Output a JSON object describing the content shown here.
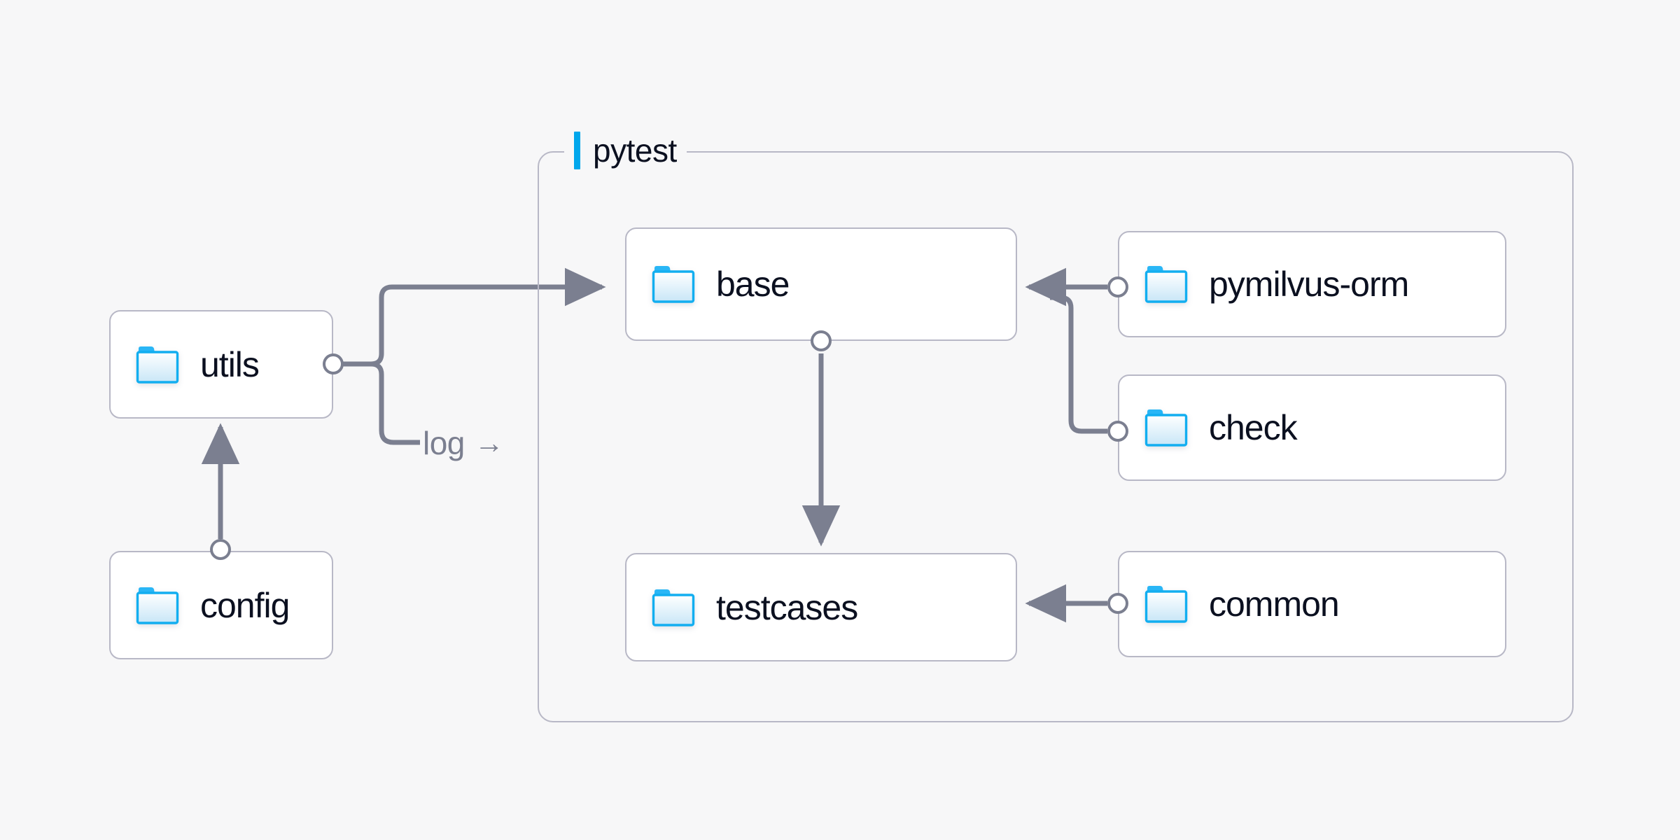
{
  "diagram": {
    "background_color": "#f7f7f8",
    "accent_color": "#00a7ec",
    "node_border_color": "#b8b8c6",
    "edge_color": "#7b7f90",
    "text_color": "#0b1020"
  },
  "group": {
    "title": "pytest",
    "accent_color": "#00a7ec"
  },
  "nodes": [
    {
      "id": "utils",
      "label": "utils",
      "icon": "folder-icon"
    },
    {
      "id": "config",
      "label": "config",
      "icon": "folder-icon"
    },
    {
      "id": "base",
      "label": "base",
      "icon": "folder-icon"
    },
    {
      "id": "testcases",
      "label": "testcases",
      "icon": "folder-icon"
    },
    {
      "id": "pymilvus-orm",
      "label": "pymilvus-orm",
      "icon": "folder-icon"
    },
    {
      "id": "check",
      "label": "check",
      "icon": "folder-icon"
    },
    {
      "id": "common",
      "label": "common",
      "icon": "folder-icon"
    }
  ],
  "edges": [
    {
      "id": "utils-base",
      "from": "utils",
      "to": "base",
      "label": ""
    },
    {
      "id": "utils-log",
      "from": "utils",
      "to": "pytest",
      "label": "log"
    },
    {
      "id": "config-utils",
      "from": "config",
      "to": "utils",
      "label": ""
    },
    {
      "id": "base-testcases",
      "from": "base",
      "to": "testcases",
      "label": ""
    },
    {
      "id": "pymilvusorm-base",
      "from": "pymilvus-orm",
      "to": "base",
      "label": ""
    },
    {
      "id": "check-base",
      "from": "check",
      "to": "base",
      "label": ""
    },
    {
      "id": "common-testcases",
      "from": "common",
      "to": "testcases",
      "label": ""
    }
  ],
  "edge_labels": {
    "log": "log",
    "log_arrow": "→"
  }
}
